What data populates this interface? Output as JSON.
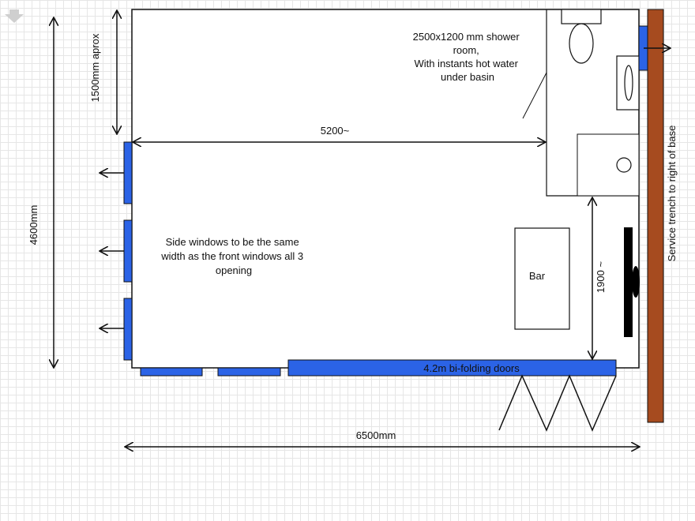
{
  "labels": {
    "shower_line1": "2500x1200 mm shower",
    "shower_line2": "room,",
    "shower_line3": "With instants hot water",
    "shower_line4": "under basin",
    "width_5200": "5200~",
    "height_1500": "1500mm aprox",
    "height_4600": "4600mm",
    "side_line1": "Side windows to be the same",
    "side_line2": "width as the front windows all 3",
    "side_line3": "opening",
    "bar": "Bar",
    "dim_1900": "1900 ~",
    "bifold": "4.2m bi-folding doors",
    "service_trench": "Service trench to right of base",
    "width_6500": "6500mm"
  },
  "colors": {
    "window_blue": "#2b63e6",
    "trench_brown": "#a64b1f",
    "line": "#111111"
  },
  "icons": {
    "corner": "down-arrow-icon"
  }
}
